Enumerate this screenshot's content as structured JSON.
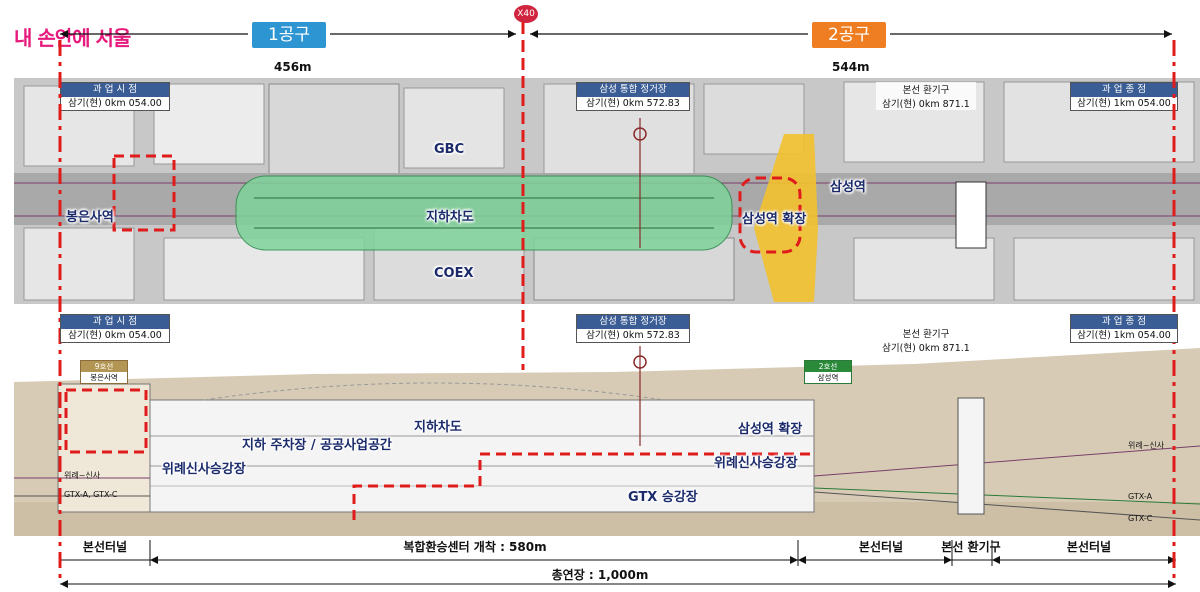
{
  "watermark": "내 손안에 서울",
  "phase1": {
    "label": "1공구",
    "color": "#2e95d3",
    "length": "456m"
  },
  "phase2": {
    "label": "2공구",
    "color": "#ef7d22",
    "length": "544m"
  },
  "marker": "X40",
  "plan": {
    "start": {
      "title": "과 업 시 점",
      "value": "삼기(현) 0km 054.00"
    },
    "end": {
      "title": "과 업 종 점",
      "value": "삼기(현) 1km 054.00"
    },
    "stop": {
      "title": "삼성 통합 정거장",
      "value": "삼기(현) 0km 572.83"
    },
    "vent": {
      "title": "본선 환기구",
      "value": "삼기(현) 0km 871.1"
    },
    "labels": {
      "gbc": "GBC",
      "coex": "COEX",
      "bongeunsa": "봉은사역",
      "underpass": "지하차도",
      "samsung_ext": "삼성역 확장",
      "samsung": "삼성역"
    }
  },
  "section": {
    "start": {
      "title": "과 업 시 점",
      "value": "삼기(현) 0km 054.00"
    },
    "end": {
      "title": "과 업 종 점",
      "value": "삼기(현) 1km 054.00"
    },
    "stop": {
      "title": "삼성 통합 정거장",
      "value": "삼기(현) 0km 572.83"
    },
    "vent": {
      "title": "본선 환기구",
      "value": "삼기(현) 0km 871.1"
    },
    "line9": {
      "badge": "9호선",
      "name": "봉은사역"
    },
    "line2": {
      "badge": "2호선",
      "name": "삼성역"
    },
    "labels": {
      "underpass": "지하차도",
      "parking": "지하 주차장 / 공공사업공간",
      "wirye_left": "위례신사승강장",
      "wirye_right": "위례신사승강장",
      "samsung_ext": "삼성역 확장",
      "gtx": "GTX 승강장",
      "left_line1": "위례~신사",
      "left_line2": "GTX-A, GTX-C",
      "right_line1": "위례~신사",
      "right_line2": "GTX-A",
      "right_line3": "GTX-C"
    }
  },
  "bottom": {
    "seg1": "본선터널",
    "seg2": "복합환승센터 개착 : 580m",
    "seg3": "본선터널",
    "seg4": "본선 환기구",
    "seg5": "본선터널",
    "total": "총연장 : 1,000m"
  }
}
